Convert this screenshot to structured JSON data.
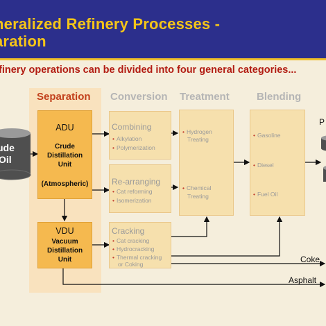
{
  "header": {
    "title_line1": "neralized Refinery Processes -",
    "title_line2": "aration"
  },
  "intro": "finery operations can be divided into four general categories...",
  "columns": {
    "separation": "Separation",
    "conversion": "Conversion",
    "treatment": "Treatment",
    "blending": "Blending"
  },
  "crude": {
    "line1": "ude",
    "line2": "Oil"
  },
  "adu": {
    "abbr": "ADU",
    "name_line1": "Crude",
    "name_line2": "Distillation",
    "name_line3": "Unit",
    "note": "(Atmospheric)"
  },
  "vdu": {
    "abbr": "VDU",
    "name_line1": "Vacuum",
    "name_line2": "Distillation",
    "name_line3": "Unit"
  },
  "combining": {
    "title": "Combining",
    "items": [
      "Alkylation",
      "Polymerization"
    ]
  },
  "rearranging": {
    "title": "Re-arranging",
    "items": [
      "Cat reforming",
      "Isomerization"
    ]
  },
  "cracking": {
    "title": "Cracking",
    "items": [
      "Cat cracking",
      "Hydrocracking",
      "Thermal cracking",
      "or Coking"
    ]
  },
  "treatment_box": {
    "item1_line1": "Hydrogen",
    "item1_line2": "Treating",
    "item2_line1": "Chemical",
    "item2_line2": "Treating"
  },
  "blending_box": {
    "items": [
      "Gasoline",
      "Diesel",
      "Fuel Oil"
    ]
  },
  "products": {
    "label": "P",
    "coke": "Coke",
    "asphalt": "Asphalt"
  }
}
